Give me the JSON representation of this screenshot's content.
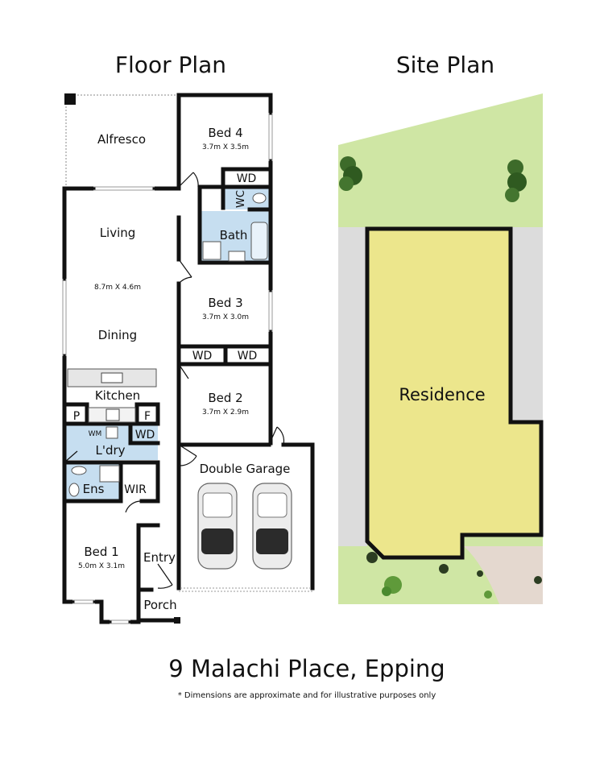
{
  "headings": {
    "floor_plan": "Floor Plan",
    "site_plan": "Site Plan"
  },
  "rooms": {
    "alfresco": "Alfresco",
    "bed4": "Bed 4",
    "bed4_dim": "3.7m X 3.5m",
    "wd_bed4": "WD",
    "wc": "WC",
    "bath": "Bath",
    "living": "Living",
    "living_dim": "8.7m X 4.6m",
    "dining": "Dining",
    "bed3": "Bed 3",
    "bed3_dim": "3.7m X 3.0m",
    "wd_bed3_a": "WD",
    "wd_bed3_b": "WD",
    "kitchen": "Kitchen",
    "bed2": "Bed 2",
    "bed2_dim": "3.7m X 2.9m",
    "pantry": "P",
    "fridge": "F",
    "wm": "WM",
    "wd_laundry": "WD",
    "laundry": "L'dry",
    "double_garage": "Double Garage",
    "ensuite": "Ens",
    "wir": "WIR",
    "bed1": "Bed 1",
    "bed1_dim": "5.0m X 3.1m",
    "entry": "Entry",
    "porch": "Porch"
  },
  "site": {
    "residence": "Residence"
  },
  "footer": {
    "address": "9 Malachi Place, Epping",
    "disclaimer": "* Dimensions are approximate and for illustrative purposes only"
  },
  "colors": {
    "wall": "#111111",
    "wet_area": "#c6def0",
    "lawn": "#cfe6a4",
    "driveway": "#dcdcdc",
    "residence": "#ece68c",
    "tree": "#3d6b2a"
  }
}
